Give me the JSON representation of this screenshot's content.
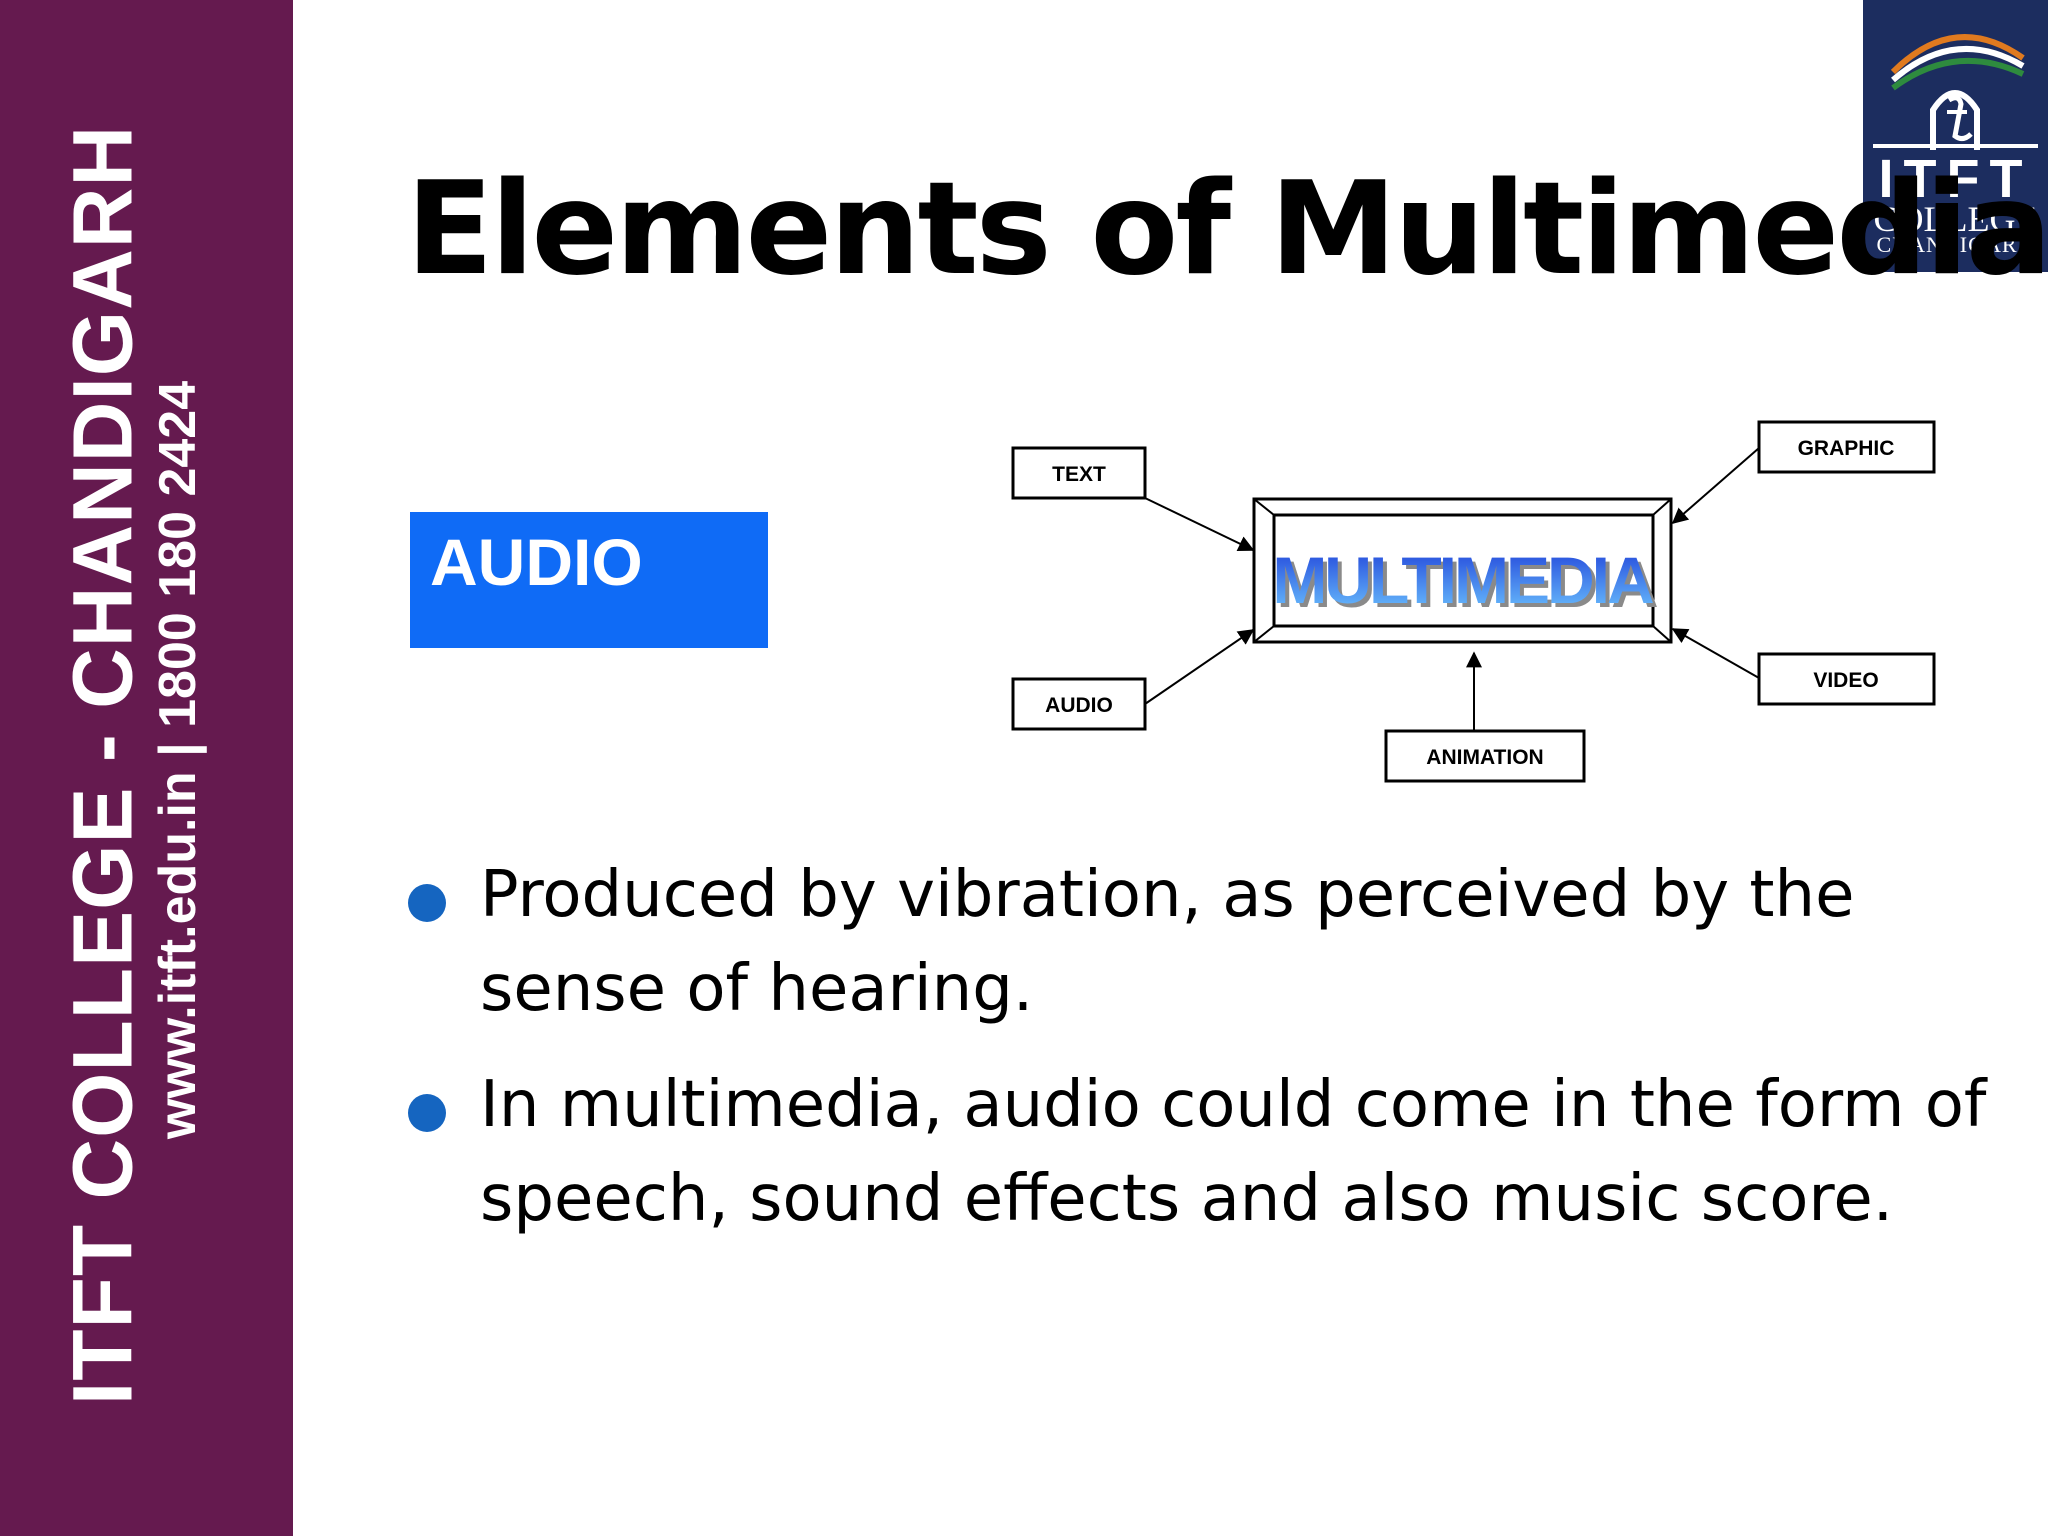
{
  "sidebar": {
    "line1": "ITFT COLLEGE - CHANDIGARH",
    "line2": "www.itft.edu.in  | 1800 180 2424"
  },
  "logo": {
    "name": "ITFT",
    "sub1": "COLLEGE",
    "sub2": "CHANDIGARH"
  },
  "slide": {
    "title": "Elements of Multimedia",
    "section_label": "AUDIO",
    "bullets": [
      "Produced by vibration, as perceived by the sense of hearing.",
      "In multimedia, audio could come in the form of speech, sound effects and also music score."
    ]
  },
  "diagram": {
    "center": "MULTIMEDIA",
    "nodes": {
      "text": "TEXT",
      "audio": "AUDIO",
      "animation": "ANIMATION",
      "graphic": "GRAPHIC",
      "video": "VIDEO"
    }
  },
  "colors": {
    "sidebar": "#651a4f",
    "audio_box": "#0f6bf6",
    "bullet": "#1565c0",
    "logo_bg": "#1c2d5f"
  }
}
